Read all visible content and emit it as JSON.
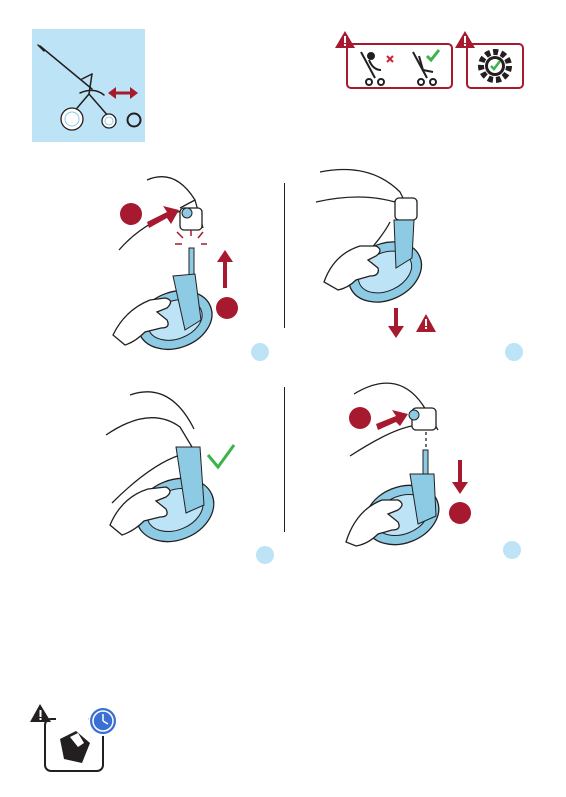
{
  "colors": {
    "light_blue": "#bde3f6",
    "wheel_blue": "#8ccbe3",
    "dark_red": "#a6192e",
    "green": "#3cb44a",
    "line": "#231f20"
  },
  "header": {
    "overview_icon": "stroller-rear-wheel-overview",
    "warning_icons": [
      "warning-triangle-icon",
      "no-child-in-stroller-icon",
      "empty-stroller-ok-icon",
      "warning-triangle-icon",
      "gear-check-icon"
    ]
  },
  "panels": [
    {
      "action": "press-button-pull-wheel-up",
      "step_marker": "light-blue-circle"
    },
    {
      "action": "wheel-removed-warning",
      "step_marker": "light-blue-circle"
    },
    {
      "action": "wheel-attached-check",
      "step_marker": "light-blue-circle"
    },
    {
      "action": "press-button-insert-wheel-down",
      "step_marker": "light-blue-circle"
    }
  ],
  "footer": {
    "icon": "maintenance-clean-periodically-icon"
  }
}
